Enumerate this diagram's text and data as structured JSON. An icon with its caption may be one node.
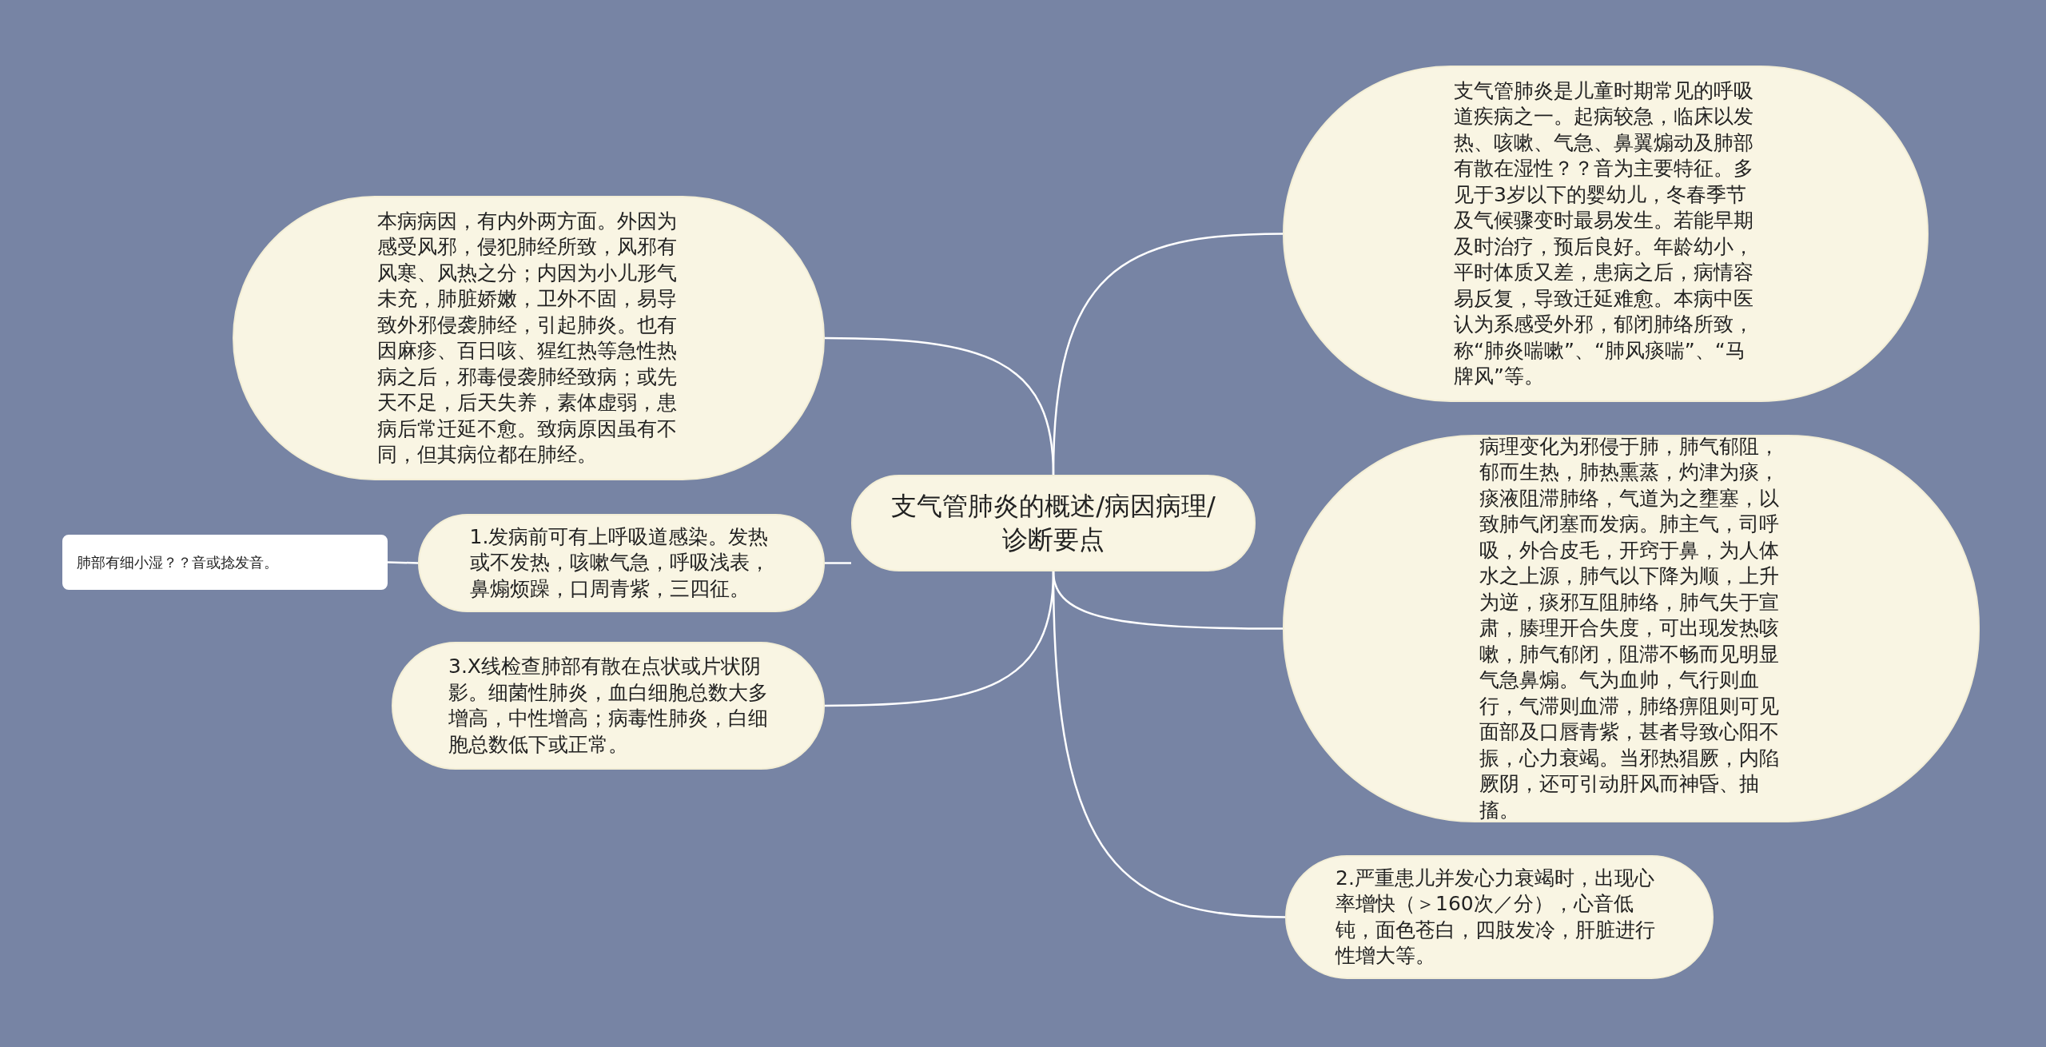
{
  "diagram": {
    "nodes": [
      {
        "text": [
          "支气管肺炎的概述/病因病理/诊断要点"
        ]
      },
      {
        "text": [
          "支气管肺炎是儿童时期常见的呼吸道疾病之一。起病较急，临床以发热、咳嗽、气急、鼻翼煽动及肺部有散在湿性？？音为主要特征。多见于3岁以下的婴幼儿，冬春季节及气候骤变时最易发生。若能早期及时治疗，预后良好。年龄幼小，平时体质又差，患病之后，病情容易反复，导致迁延难愈。本病中医认为系感受外邪，郁闭肺络所致，称“肺炎喘嗽”、“肺风痰喘”、“马牌风”等。"
        ]
      },
      {
        "text": [
          "病理变化为邪侵于肺，肺气郁阻，郁而生热，肺热熏蒸，灼津为痰，痰液阻滞肺络，气道为之壅塞，以致肺气闭塞而发病。肺主气，司呼吸，外合皮毛，开窍于鼻，为人体水之上源，肺气以下降为顺，上升为逆，痰邪互阻肺络，肺气失于宣肃，腠理开合失度，可出现发热咳嗽，肺气郁闭，阻滞不畅而见明显气急鼻煽。气为血帅，气行则血行，气滞则血滞，肺络痹阻则可见面部及口唇青紫，甚者导致心阳不振，心力衰竭。当邪热猖厥，内陷厥阴，还可引动肝风而神昏、抽搐。"
        ]
      },
      {
        "text": [
          "2.严重患儿并发心力衰竭时，出现心率增快（＞160次／分），心音低钝，面色苍白，四肢发冷，肝脏进行性增大等。"
        ]
      },
      {
        "text": [
          "本病病因，有内外两方面。外因为感受风邪，侵犯肺经所致，风邪有风寒、风热之分；内因为小儿形气未充，肺脏娇嫩，卫外不固，易导致外邪侵袭肺经，引起肺炎。也有因麻疹、百日咳、猩红热等急性热病之后，邪毒侵袭肺经致病；或先天不足，后天失养，素体虚弱，患病后常迁延不愈。致病原因虽有不同，但其病位都在肺经。"
        ]
      },
      {
        "text": [
          "1.发病前可有上呼吸道感染。发热或不发热，咳嗽气急，呼吸浅表，鼻煽烦躁，口周青紫，三四征。"
        ]
      },
      {
        "text": [
          "肺部有细小湿？？音或捻发音。"
        ]
      },
      {
        "text": [
          "3.X线检查肺部有散在点状或片状阴影。细菌性肺炎，血白细胞总数大多增高，中性增高；病毒性肺炎，白细胞总数低下或正常。"
        ]
      }
    ],
    "edges": [
      {
        "from": 0,
        "to": 1,
        "arrow": "none"
      },
      {
        "from": 0,
        "to": 2,
        "arrow": "none"
      },
      {
        "from": 0,
        "to": 3,
        "arrow": "none"
      },
      {
        "from": 0,
        "to": 4,
        "arrow": "none"
      },
      {
        "from": 0,
        "to": 5,
        "arrow": "none"
      },
      {
        "from": 0,
        "to": 7,
        "arrow": "none"
      },
      {
        "from": 5,
        "to": 6,
        "arrow": "none"
      }
    ]
  }
}
